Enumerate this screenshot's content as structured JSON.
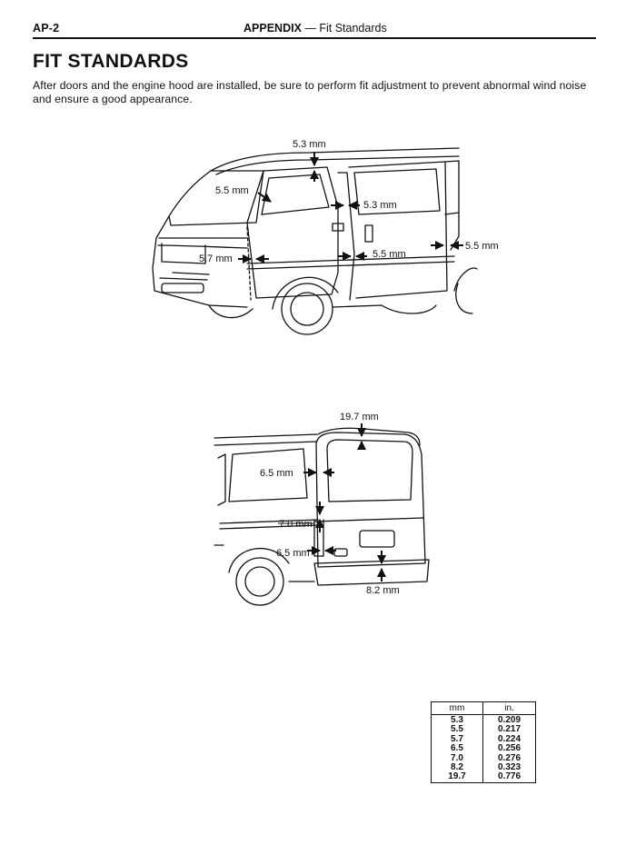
{
  "header": {
    "page_number": "AP-2",
    "section": "APPENDIX",
    "section_sep": " — ",
    "subsection": "Fit Standards"
  },
  "title": "FIT STANDARDS",
  "intro": "After doors and the engine hood are installed, be sure to perform fit adjustment to prevent abnormal wind noise and ensure a good appearance.",
  "figure_front": {
    "labels": {
      "top_roof": "5.3 mm",
      "front_door_upper": "5.5 mm",
      "slide_door_front": "5.3 mm",
      "front_hood_side": "5.7 mm",
      "slide_door_lower": "5.5 mm",
      "slide_door_rear": "5.5 mm"
    }
  },
  "figure_rear": {
    "labels": {
      "back_door_top": "19.7 mm",
      "back_door_side_upper": "6.5 mm",
      "back_door_side_mid": "7.0 mm",
      "back_door_side_lower": "6.5 mm",
      "back_door_bottom": "8.2 mm"
    }
  },
  "conversion_table": {
    "headers": [
      "mm",
      "in."
    ],
    "rows": [
      [
        "5.3",
        "0.209"
      ],
      [
        "5.5",
        "0.217"
      ],
      [
        "5.7",
        "0.224"
      ],
      [
        "6.5",
        "0.256"
      ],
      [
        "7.0",
        "0.276"
      ],
      [
        "8.2",
        "0.323"
      ],
      [
        "19.7",
        "0.776"
      ]
    ]
  }
}
